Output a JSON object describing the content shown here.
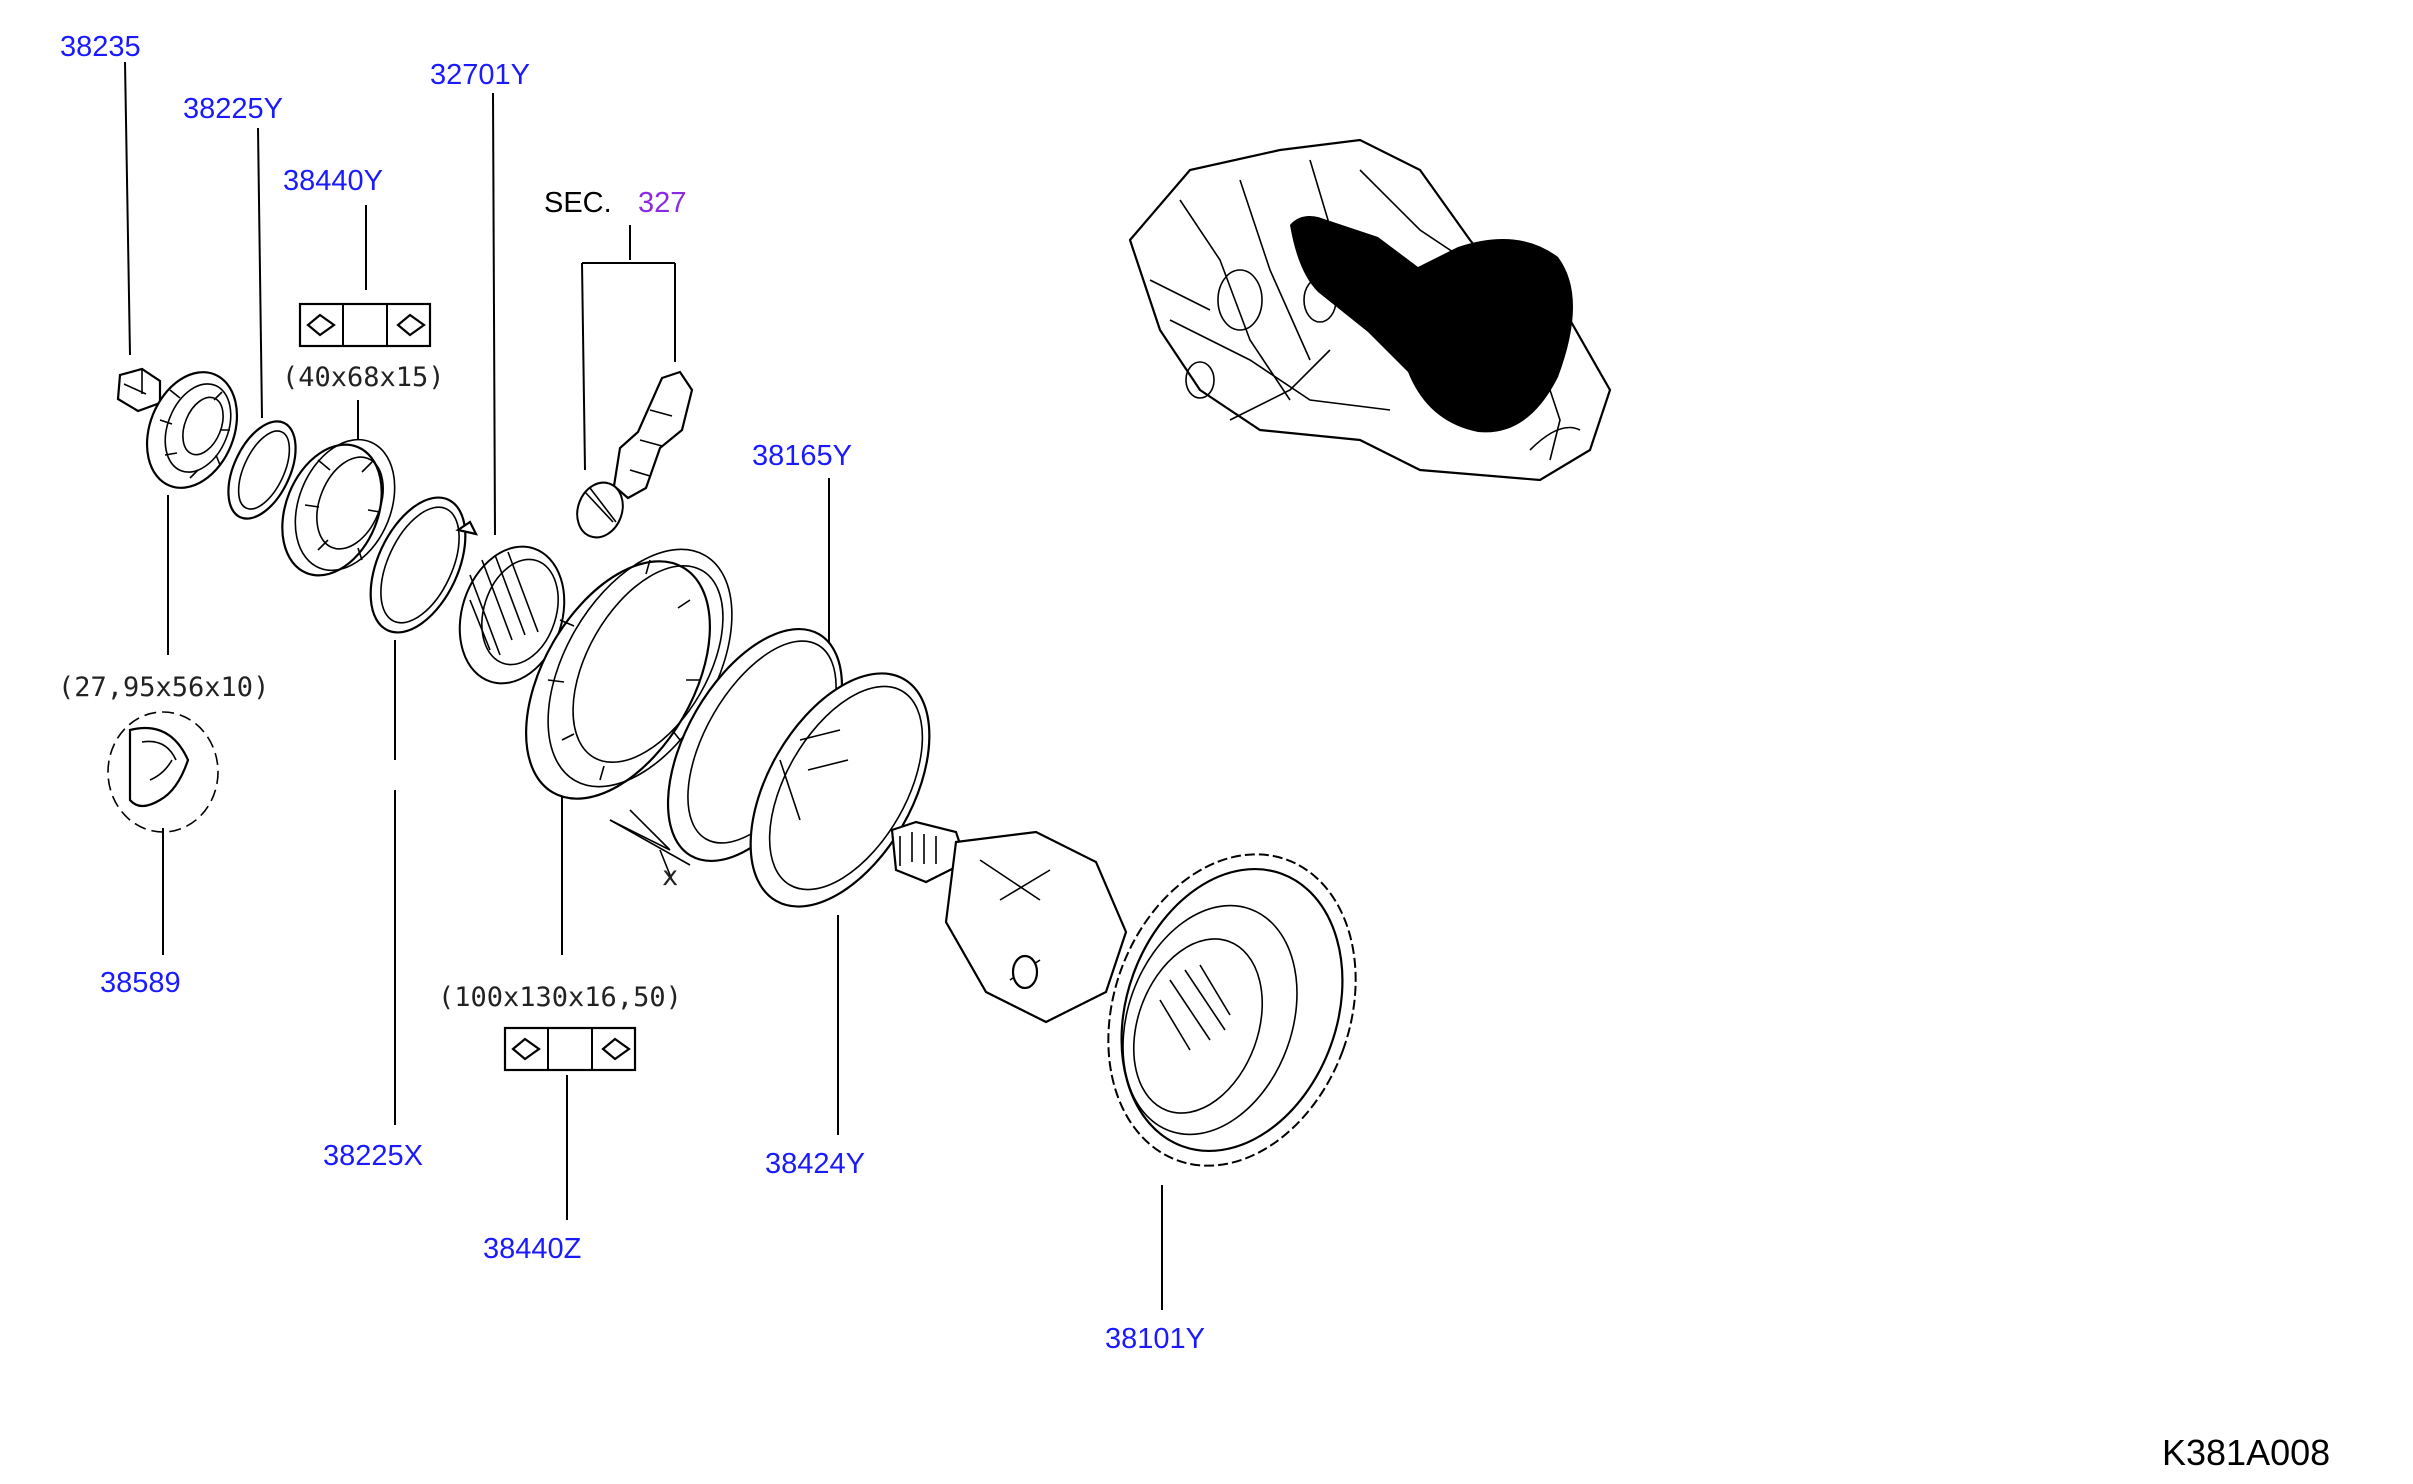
{
  "parts": {
    "p38235": "38235",
    "p38225Y": "38225Y",
    "p38440Y": "38440Y",
    "p32701Y": "32701Y",
    "p38165Y": "38165Y",
    "p38589": "38589",
    "p38225X": "38225X",
    "p38440Z": "38440Z",
    "p38424Y": "38424Y",
    "p38101Y": "38101Y"
  },
  "dimensions": {
    "bearing_small": "(27,95x56x10)",
    "bearing_mid": "(40x68x15)",
    "bearing_large": "(100x130x16,50)"
  },
  "section": {
    "prefix": "SEC.",
    "number": "327"
  },
  "diagram_code": "K381A008",
  "colors": {
    "part_number": "#1a1aff",
    "section_ref": "#8a2be2",
    "line": "#000000"
  }
}
